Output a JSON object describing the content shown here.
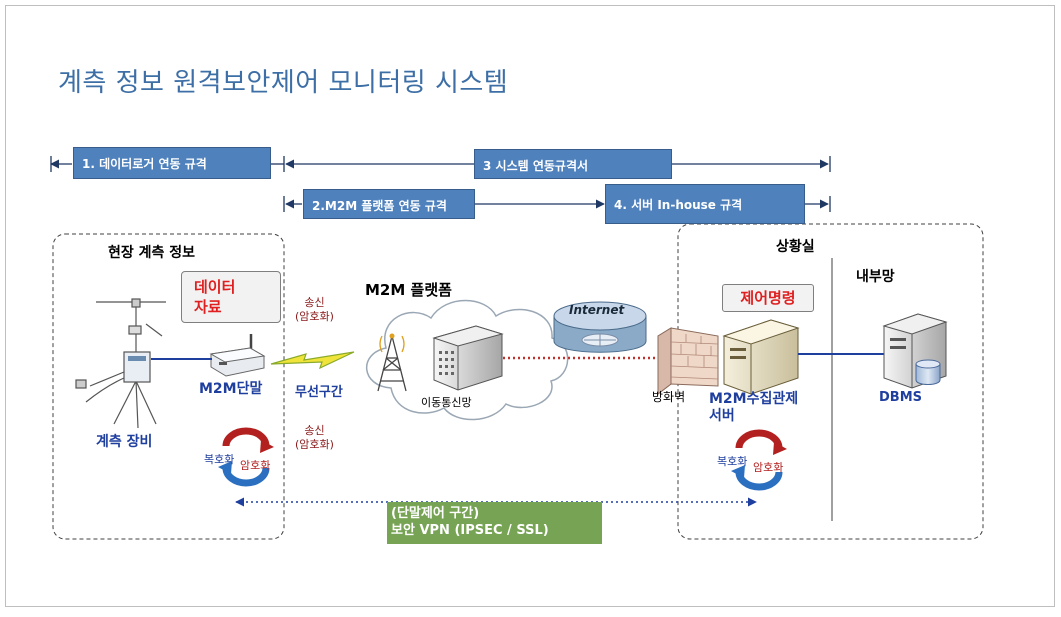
{
  "title": "계측 정보 원격보안제어 모니터링 시스템",
  "specs": {
    "datalogger": "1. 데이터로거  연동 규격",
    "system": "3 시스템 연동규격서",
    "m2m_platform": "2.M2M 플랫폼 연동 규격",
    "server_inhouse": "4. 서버  In-house 규격"
  },
  "field_section": {
    "title": "현장 계측 정보",
    "data_label_line1": "데이터",
    "data_label_line2": "자료",
    "m2m_terminal": "M2M단말",
    "equipment": "계측 장비",
    "decrypt": "복호화",
    "encrypt": "암호화"
  },
  "wireless": {
    "send_top": "송신",
    "send_top_sub": "(암호화)",
    "zone": "무선구간",
    "send_bottom": "송신",
    "send_bottom_sub": "(암호화)"
  },
  "platform": {
    "title": "M2M 플랫폼",
    "mobile_network": "이동통신망",
    "internet": "Internet"
  },
  "control_room": {
    "title": "상황실",
    "internal_network": "내부망",
    "command": "제어명령",
    "firewall": "방화벽",
    "server_line1": "M2M수집관제",
    "server_line2": "서버",
    "dbms": "DBMS",
    "decrypt": "복호화",
    "encrypt": "암호화"
  },
  "vpn": {
    "line1": "(단말제어 구간)",
    "line2": "보안 VPN (IPSEC / SSL)"
  },
  "colors": {
    "title": "#3d6fa6",
    "spec_box": "#4f81bd",
    "label_blue": "#1f3f9f",
    "label_red": "#e02020",
    "send_label": "#8b1a1a",
    "vpn_box": "#77a354"
  }
}
